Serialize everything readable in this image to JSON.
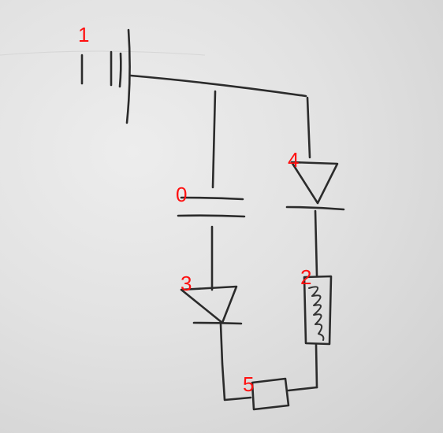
{
  "diagram": {
    "components": [
      {
        "id": "label-0",
        "label": "0",
        "kind": "capacitor"
      },
      {
        "id": "label-1",
        "label": "1",
        "kind": "battery"
      },
      {
        "id": "label-2",
        "label": "2",
        "kind": "inductor"
      },
      {
        "id": "label-3",
        "label": "3",
        "kind": "diode"
      },
      {
        "id": "label-4",
        "label": "4",
        "kind": "diode"
      },
      {
        "id": "label-5",
        "label": "5",
        "kind": "resistor"
      }
    ],
    "colors": {
      "paper": "#e4e4e4",
      "ink": "#2b2b2b",
      "label": "#ff1010"
    }
  }
}
